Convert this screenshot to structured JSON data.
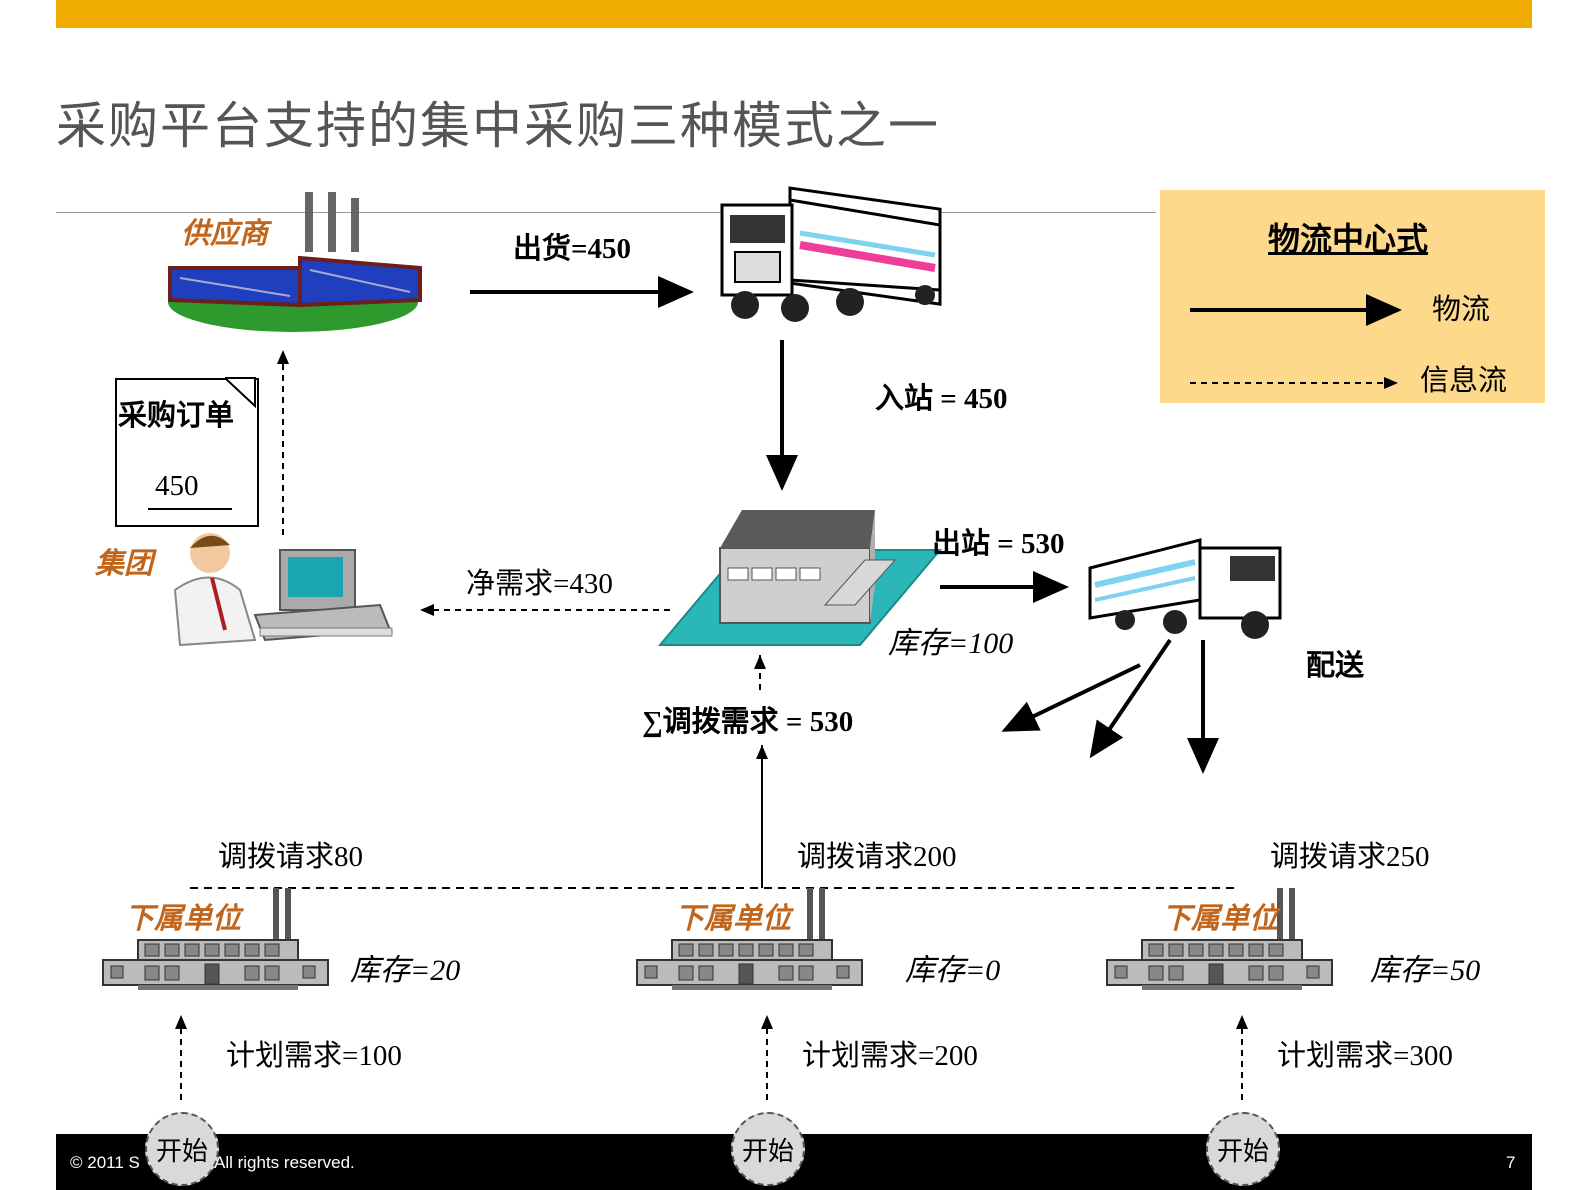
{
  "title": "采购平台支持的集中采购三种模式之一",
  "legend": {
    "title": "物流中心式",
    "solid_label": "物流",
    "dashed_label": "信息流"
  },
  "supplier": {
    "label": "供应商"
  },
  "ship_label": "出货=450",
  "inbound_label": "入站 = 450",
  "order": {
    "title": "采购订单",
    "qty": "450"
  },
  "group": {
    "label": "集团"
  },
  "net_demand": "净需求=430",
  "outbound_label": "出站 = 530",
  "stock_center": "库存=100",
  "distribution": "配送",
  "sum_demand": "∑调拨需求 = 530",
  "units": [
    {
      "label": "下属单位",
      "request": "调拨请求80",
      "stock": "库存=20",
      "plan": "计划需求=100",
      "start": "开始"
    },
    {
      "label": "下属单位",
      "request": "调拨请求200",
      "stock": "库存=0",
      "plan": "计划需求=200",
      "start": "开始"
    },
    {
      "label": "下属单位",
      "request": "调拨请求250",
      "stock": "库存=50",
      "plan": "计划需求=300",
      "start": "开始"
    }
  ],
  "footer": {
    "copyright": "© 2011 S",
    "rights": "All rights reserved.",
    "page": "7"
  },
  "colors": {
    "topbar": "#f0ab00",
    "legend_bg": "#fcd98b",
    "label_orange": "#c0651b"
  }
}
